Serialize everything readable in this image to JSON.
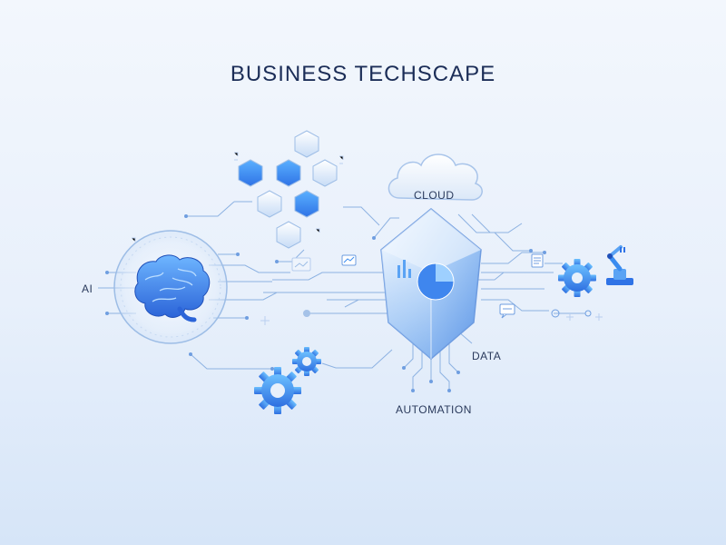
{
  "title": "BUSINESS TECHSCAPE",
  "labels": {
    "ai": "AI",
    "cloud": "CLOUD",
    "data": "DATA",
    "automation": "AUTOMATION"
  },
  "colors": {
    "background": "#eef4fc",
    "accent": "#3a8cf0",
    "line": "#7fa9dd",
    "text": "#1b2d57"
  },
  "icons": [
    "brain-icon",
    "hexagon-cluster",
    "cloud-icon",
    "crystal-pie-chart-icon",
    "gear-icon",
    "robotic-arm-icon",
    "chart-icon",
    "chat-icon",
    "document-icon"
  ]
}
